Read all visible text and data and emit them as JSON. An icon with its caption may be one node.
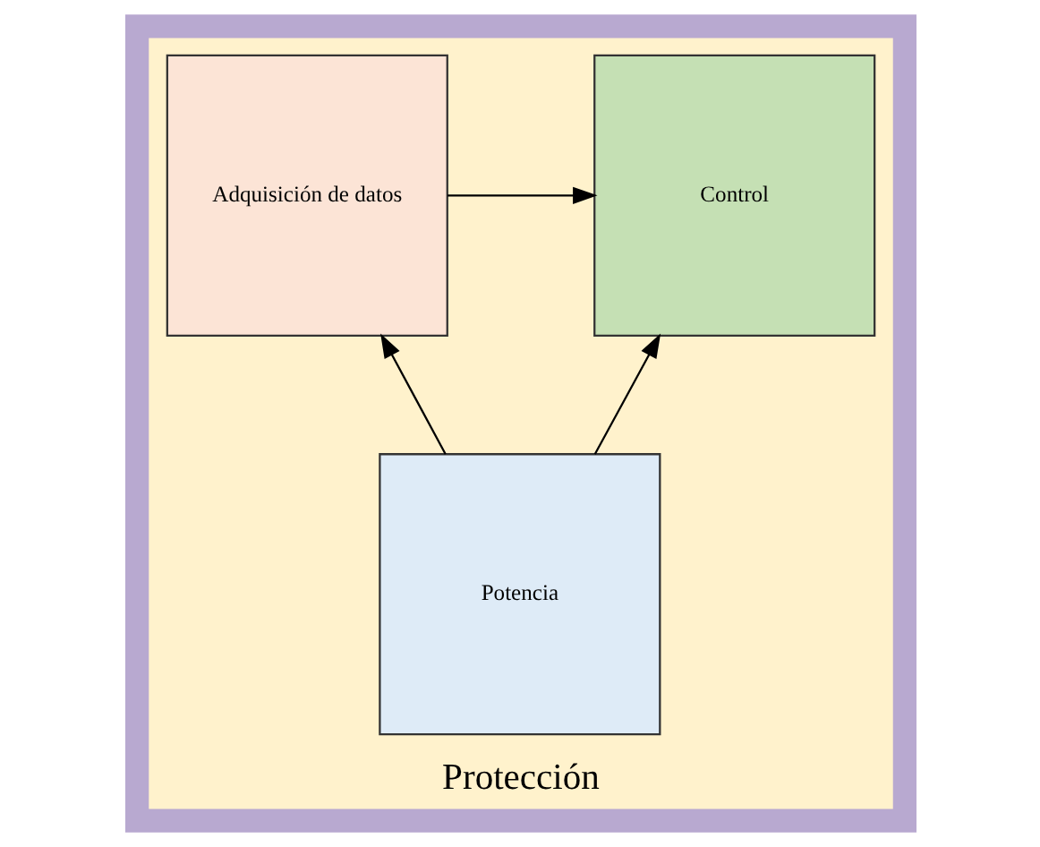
{
  "diagram": {
    "nodes": [
      {
        "text": [
          "Protección"
        ]
      },
      {
        "text": [
          "Adquisición de datos"
        ],
        "in": 0
      },
      {
        "text": [
          "Control"
        ],
        "in": 0
      },
      {
        "text": [
          "Potencia"
        ],
        "in": 0
      }
    ],
    "edges": [
      {
        "from": 1,
        "to": 2,
        "arrow": "to"
      },
      {
        "from": 3,
        "to": 1,
        "arrow": "to"
      },
      {
        "from": 3,
        "to": 2,
        "arrow": "to"
      }
    ]
  }
}
